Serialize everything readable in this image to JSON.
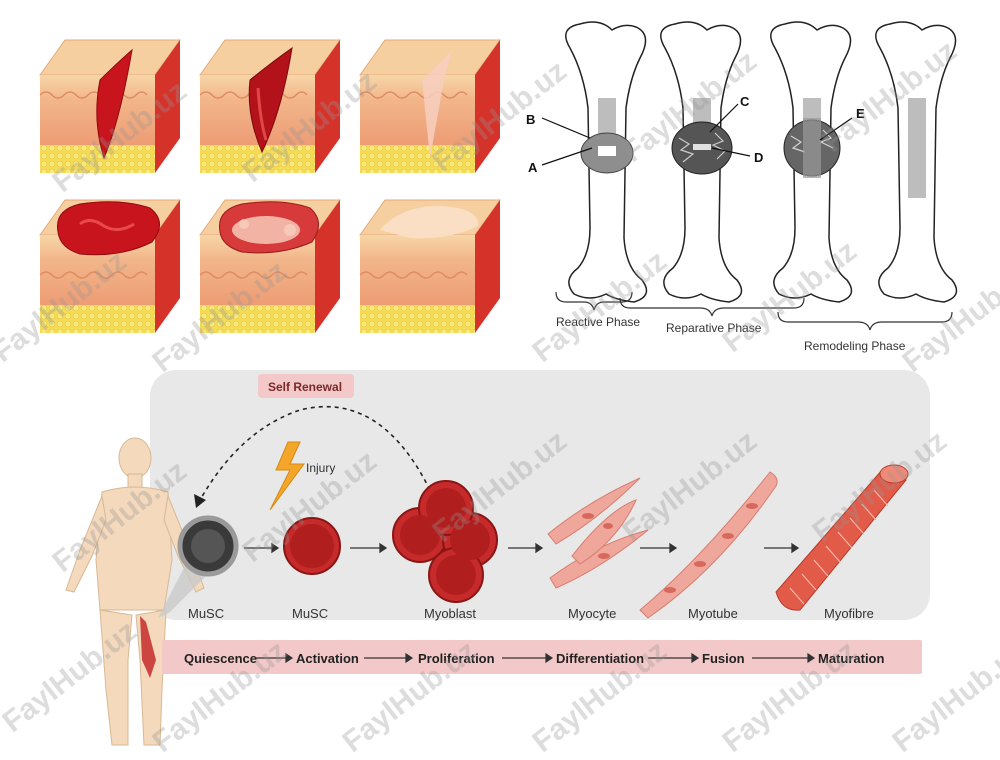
{
  "skin_panel": {
    "tiles": [
      {
        "state": "deep-wound"
      },
      {
        "state": "clot-forming"
      },
      {
        "state": "healed-scar"
      },
      {
        "state": "open-wound"
      },
      {
        "state": "granulation"
      },
      {
        "state": "healed-surface"
      }
    ]
  },
  "bone_panel": {
    "markers": [
      "A",
      "B",
      "C",
      "D",
      "E"
    ],
    "phases": [
      "Reactive Phase",
      "Reparative Phase",
      "Remodeling Phase"
    ]
  },
  "muscle_panel": {
    "self_renewal": "Self Renewal",
    "injury": "Injury",
    "cells": [
      "MuSC",
      "MuSC",
      "Myoblast",
      "Myocyte",
      "Myotube",
      "Myofibre"
    ],
    "stages": [
      "Quiescence",
      "Activation",
      "Proliferation",
      "Differentiation",
      "Fusion",
      "Maturation"
    ]
  },
  "watermark": "FaylHub.uz",
  "colors": {
    "skin_top": "#f4c98e",
    "skin_dermis": "#f0a47a",
    "fat": "#f3d64a",
    "wound": "#c8141c",
    "muscle_cell": "#c62a2a",
    "stage_bar": "#f3c8c8",
    "panel_bg": "#e8e8e8"
  }
}
